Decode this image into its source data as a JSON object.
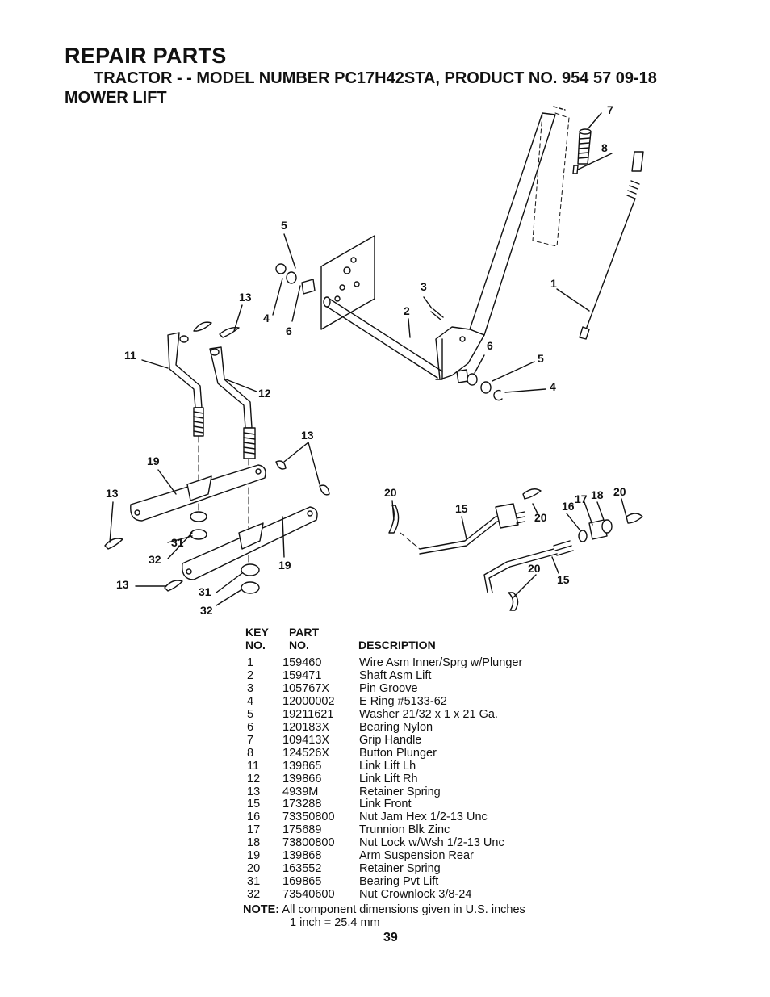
{
  "header": {
    "title": "REPAIR PARTS",
    "subtitle": "TRACTOR - - MODEL NUMBER PC17H42STA, PRODUCT NO. 954 57 09-18",
    "section": "MOWER LIFT"
  },
  "diagram": {
    "callouts": [
      "7",
      "8",
      "5",
      "1",
      "3",
      "13",
      "4",
      "2",
      "6",
      "11",
      "6",
      "5",
      "12",
      "4",
      "13",
      "19",
      "13",
      "20",
      "15",
      "16",
      "17",
      "18",
      "20",
      "20",
      "31",
      "32",
      "19",
      "20",
      "15",
      "13",
      "31",
      "32"
    ]
  },
  "table": {
    "col_key_1": "KEY",
    "col_key_2": "NO.",
    "col_part_1": "PART",
    "col_part_2": "NO.",
    "col_desc": "DESCRIPTION",
    "rows": [
      {
        "key": "1",
        "part": "159460",
        "desc": "Wire Asm Inner/Sprg w/Plunger"
      },
      {
        "key": "2",
        "part": "159471",
        "desc": "Shaft Asm Lift"
      },
      {
        "key": "3",
        "part": "105767X",
        "desc": "Pin Groove"
      },
      {
        "key": "4",
        "part": "12000002",
        "desc": "E Ring  #5133-62"
      },
      {
        "key": "5",
        "part": "19211621",
        "desc": "Washer  21/32 x 1 x 21 Ga."
      },
      {
        "key": "6",
        "part": "120183X",
        "desc": "Bearing Nylon"
      },
      {
        "key": "7",
        "part": "109413X",
        "desc": "Grip Handle"
      },
      {
        "key": "8",
        "part": "124526X",
        "desc": "Button Plunger"
      },
      {
        "key": "11",
        "part": "139865",
        "desc": "Link Lift Lh"
      },
      {
        "key": "12",
        "part": "139866",
        "desc": "Link Lift Rh"
      },
      {
        "key": "13",
        "part": "4939M",
        "desc": "Retainer Spring"
      },
      {
        "key": "15",
        "part": "173288",
        "desc": "Link Front"
      },
      {
        "key": "16",
        "part": "73350800",
        "desc": "Nut Jam Hex  1/2-13 Unc"
      },
      {
        "key": "17",
        "part": "175689",
        "desc": "Trunnion Blk Zinc"
      },
      {
        "key": "18",
        "part": "73800800",
        "desc": "Nut Lock w/Wsh 1/2-13 Unc"
      },
      {
        "key": "19",
        "part": "139868",
        "desc": "Arm Suspension Rear"
      },
      {
        "key": "20",
        "part": "163552",
        "desc": "Retainer Spring"
      },
      {
        "key": "31",
        "part": "169865",
        "desc": "Bearing Pvt Lift"
      },
      {
        "key": "32",
        "part": "73540600",
        "desc": "Nut Crownlock  3/8-24"
      }
    ]
  },
  "note": {
    "label": "NOTE:",
    "line1": "All component dimensions given in U.S. inches",
    "line2": "1 inch = 25.4 mm"
  },
  "page_number": "39"
}
